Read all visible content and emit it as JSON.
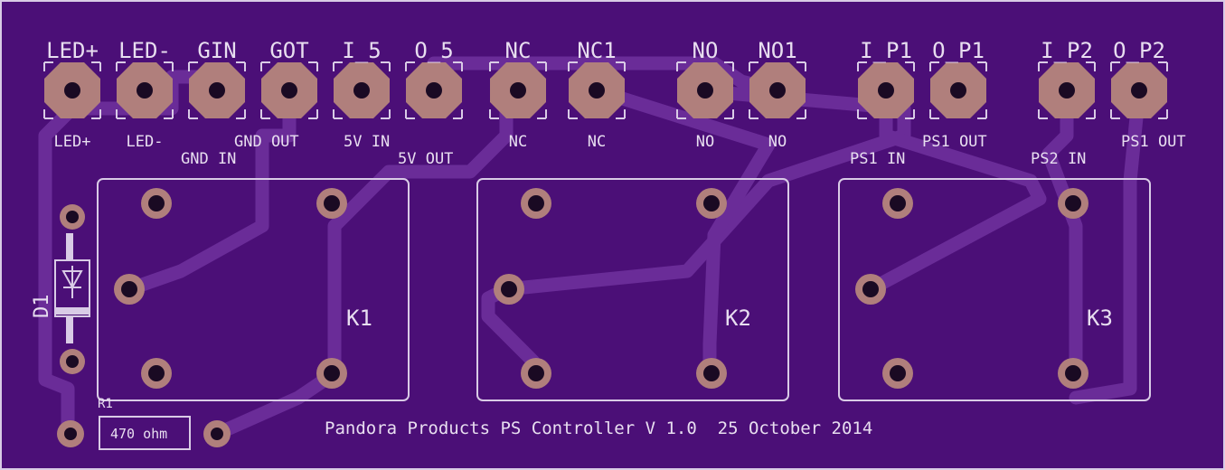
{
  "board": {
    "background": "#4b0f77",
    "trace_color": "#6a2c98",
    "pad_color": "#b07f7c",
    "silkscreen_color": "#d9cbe6"
  },
  "connectors": [
    {
      "name": "LED+",
      "label": "LED+"
    },
    {
      "name": "LED-",
      "label": "LED-"
    },
    {
      "name": "GIN",
      "label": "GND IN"
    },
    {
      "name": "GOT",
      "label": "GND OUT"
    },
    {
      "name": "I_5",
      "label": "5V IN"
    },
    {
      "name": "O_5",
      "label": "5V OUT"
    },
    {
      "name": "NC",
      "label": "NC"
    },
    {
      "name": "NC1",
      "label": "NC"
    },
    {
      "name": "NO",
      "label": "NO"
    },
    {
      "name": "NO1",
      "label": "NO"
    },
    {
      "name": "I_P1",
      "label": "PS1 IN"
    },
    {
      "name": "O_P1",
      "label": "PS1 OUT"
    },
    {
      "name": "I_P2",
      "label": "PS2 IN"
    },
    {
      "name": "O_P2",
      "label": "PS1 OUT"
    }
  ],
  "relays": [
    {
      "name": "K1"
    },
    {
      "name": "K2"
    },
    {
      "name": "K3"
    }
  ],
  "diode": {
    "name": "D1"
  },
  "resistor": {
    "name": "R1",
    "value": "470 ohm"
  },
  "footer": "Pandora Products PS Controller V 1.0  25 October 2014"
}
